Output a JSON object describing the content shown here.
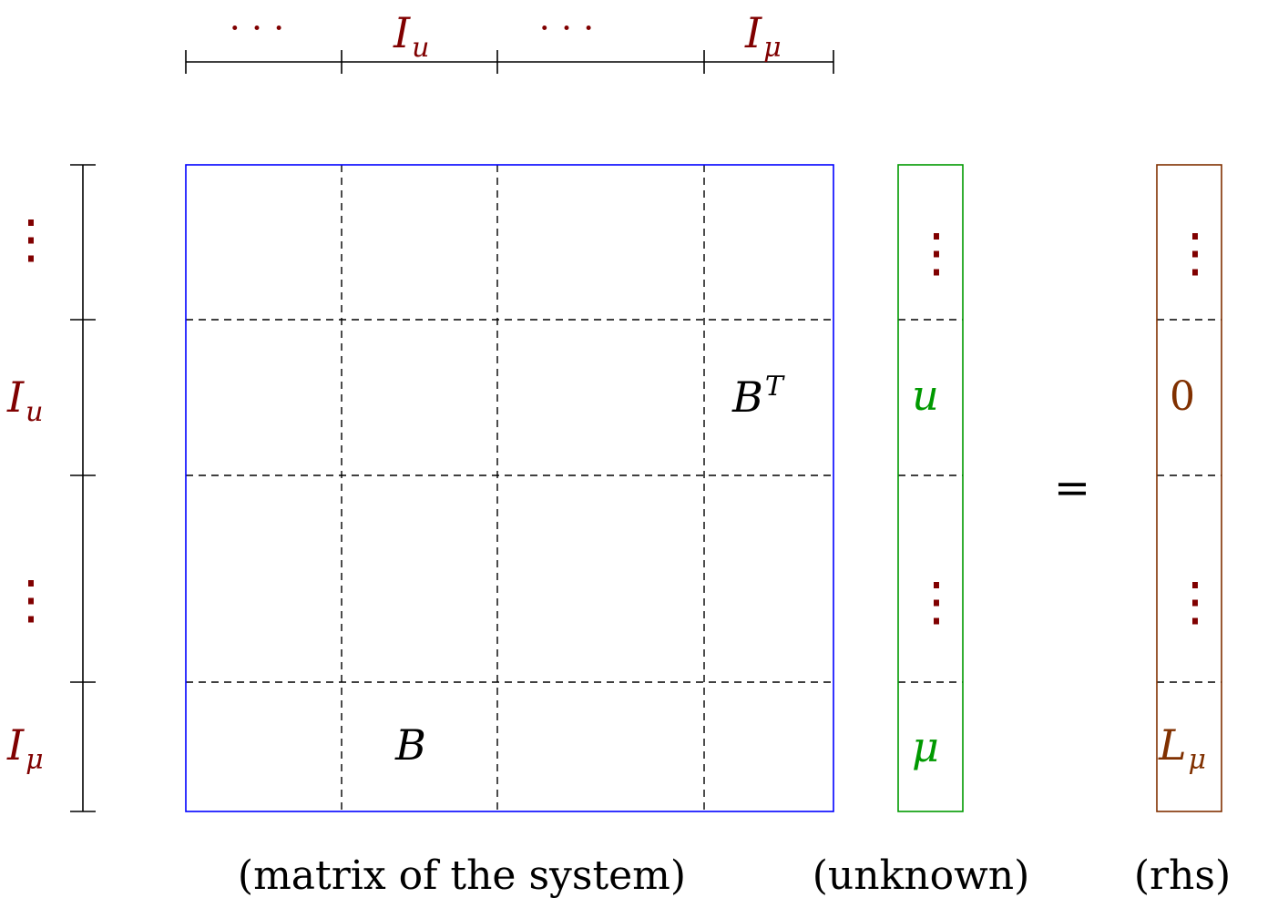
{
  "colors": {
    "index_label": "#800000",
    "matrix_border": "#0000ff",
    "unknown_border": "#009900",
    "unknown_text": "#009900",
    "rhs_border": "#803000",
    "rhs_text": "#803000",
    "lines": "#000000"
  },
  "top_labels": {
    "col1": "· · ·",
    "col2_base": "I",
    "col2_sub": "u",
    "col3": "· · ·",
    "col4_base": "I",
    "col4_sub": "μ"
  },
  "left_labels": {
    "row1": "⋮",
    "row2_base": "I",
    "row2_sub": "u",
    "row3": "⋮",
    "row4_base": "I",
    "row4_sub": "μ"
  },
  "matrix": {
    "bt_base": "B",
    "bt_sup": "T",
    "b": "B"
  },
  "unknown": {
    "row1": "⋮",
    "row2": "u",
    "row3": "⋮",
    "row4": "μ"
  },
  "equals": "=",
  "rhs": {
    "row1": "⋮",
    "row2": "0",
    "row3": "⋮",
    "row4_base": "L",
    "row4_sub": "μ"
  },
  "captions": {
    "matrix": "(matrix of the system)",
    "unknown": "(unknown)",
    "rhs": "(rhs)"
  }
}
